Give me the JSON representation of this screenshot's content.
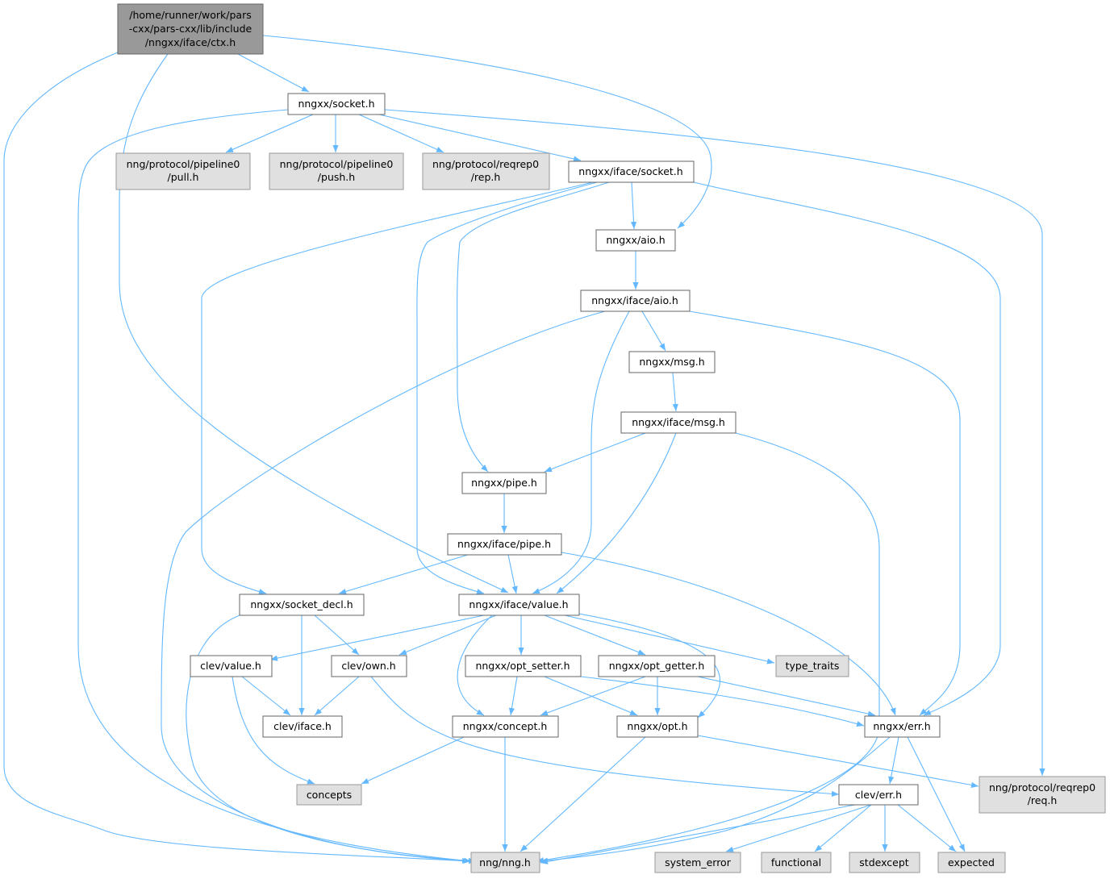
{
  "graph": {
    "type": "include-dependency-graph",
    "edge_color": "#63b8ff",
    "root_fill": "#999999",
    "external_fill": "#e0e0e0",
    "nodes": {
      "ctx": [
        "/home/runner/work/pars",
        "-cxx/pars-cxx/lib/include",
        "/nngxx/iface/ctx.h"
      ],
      "socket": "nngxx/socket.h",
      "pull": [
        "nng/protocol/pipeline0",
        "/pull.h"
      ],
      "push": [
        "nng/protocol/pipeline0",
        "/push.h"
      ],
      "rep": [
        "nng/protocol/reqrep0",
        "/rep.h"
      ],
      "iface_socket": "nngxx/iface/socket.h",
      "aio": "nngxx/aio.h",
      "iface_aio": "nngxx/iface/aio.h",
      "msg": "nngxx/msg.h",
      "iface_msg": "nngxx/iface/msg.h",
      "pipe": "nngxx/pipe.h",
      "iface_pipe": "nngxx/iface/pipe.h",
      "socket_decl": "nngxx/socket_decl.h",
      "iface_value": "nngxx/iface/value.h",
      "clev_value": "clev/value.h",
      "clev_own": "clev/own.h",
      "opt_setter": "nngxx/opt_setter.h",
      "opt_getter": "nngxx/opt_getter.h",
      "type_traits": "type_traits",
      "clev_iface": "clev/iface.h",
      "concept": "nngxx/concept.h",
      "opt": "nngxx/opt.h",
      "err": "nngxx/err.h",
      "concepts": "concepts",
      "req": [
        "nng/protocol/reqrep0",
        "/req.h"
      ],
      "clev_err": "clev/err.h",
      "nng": "nng/nng.h",
      "system_error": "system_error",
      "functional": "functional",
      "stdexcept": "stdexcept",
      "expected": "expected"
    }
  }
}
